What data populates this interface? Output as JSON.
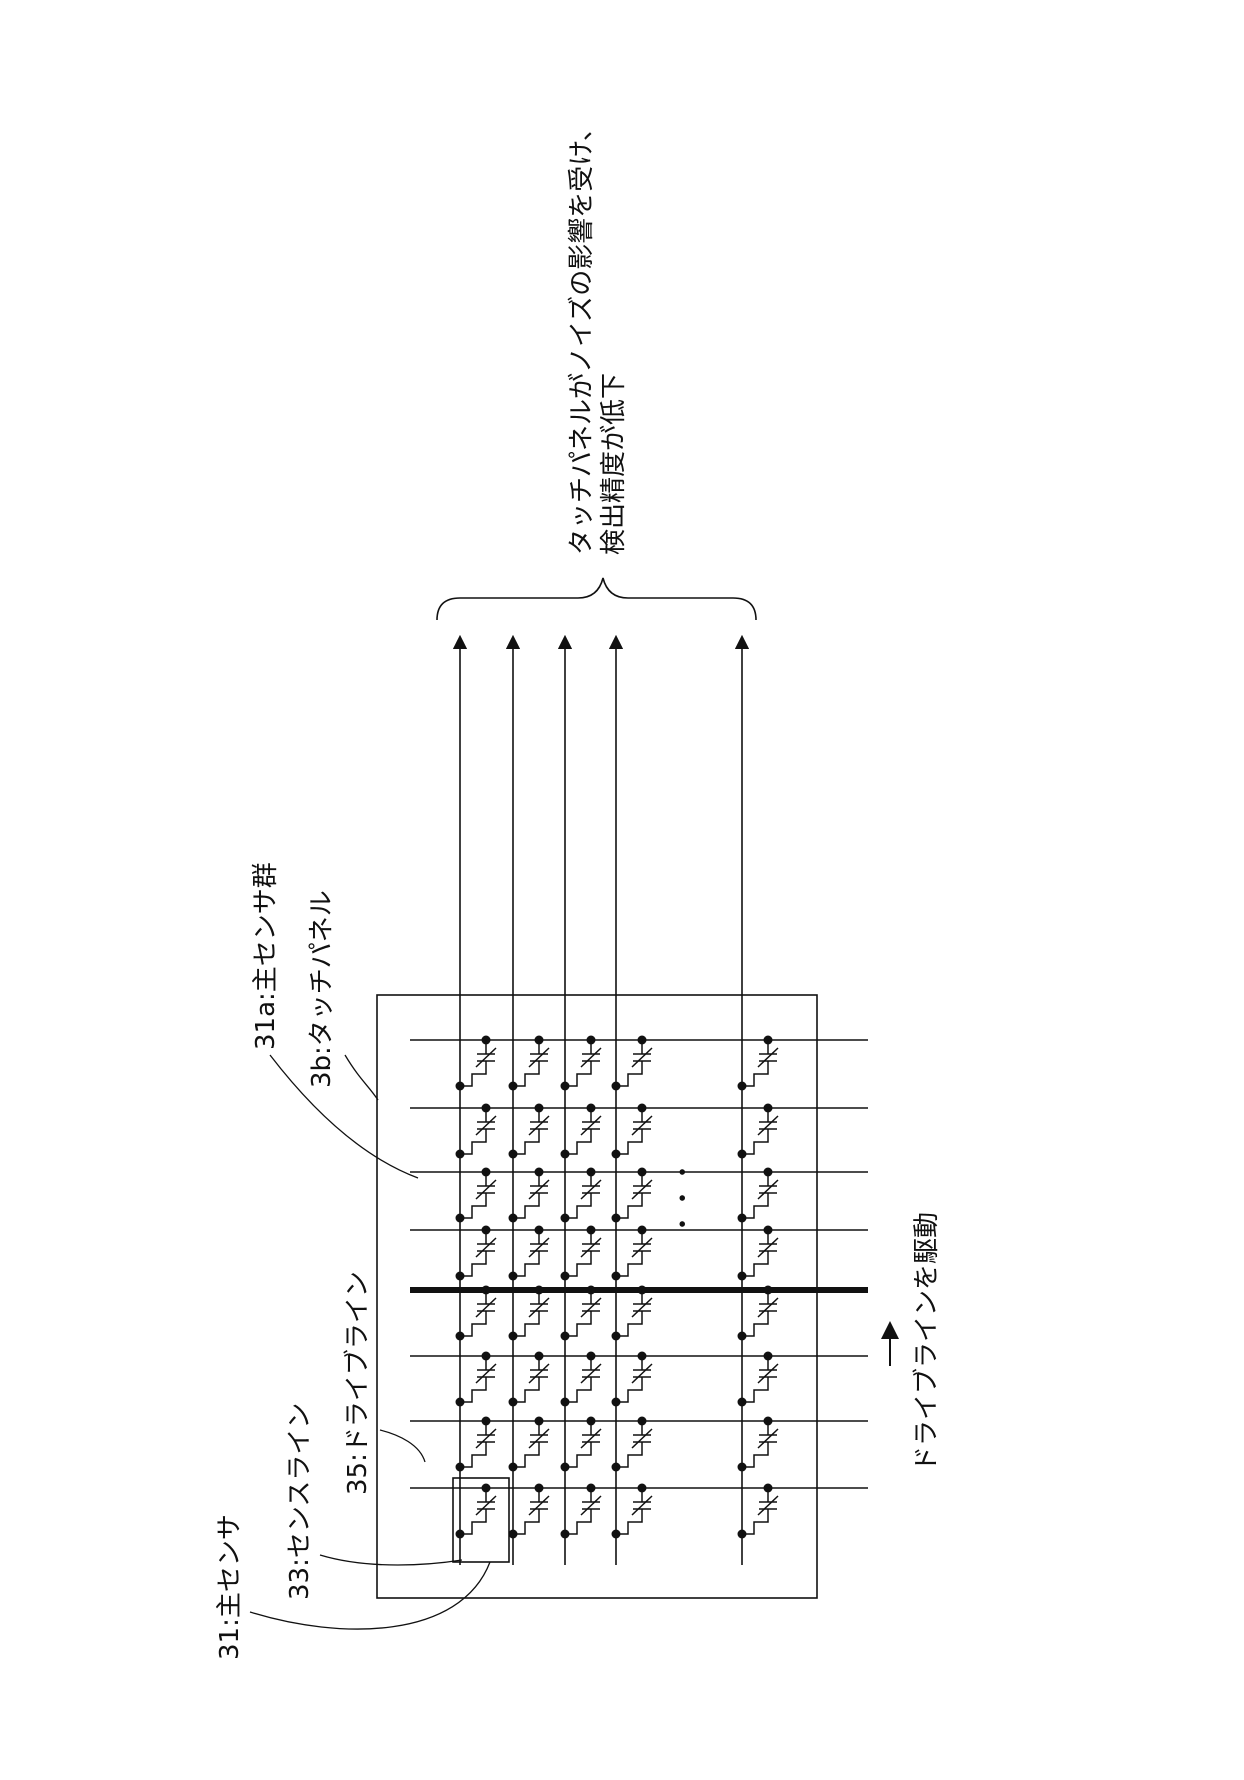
{
  "labels": {
    "main_sensor": "31:主センサ",
    "sense_line": "33:センスライン",
    "drive_line": "35:ドライブライン",
    "sensor_group": "31a:主センサ群",
    "touch_panel": "3b:タッチパネル",
    "drive_direction": "ドライブラインを駆動",
    "noise_line1": "タッチパネルがノイズの影響を受け、",
    "noise_line2": "検出精度が低下",
    "ellipsis": "・・・"
  },
  "structure": {
    "drive_lines_shown": 8,
    "sense_lines_shown": 5,
    "driven_line_index": 5
  }
}
